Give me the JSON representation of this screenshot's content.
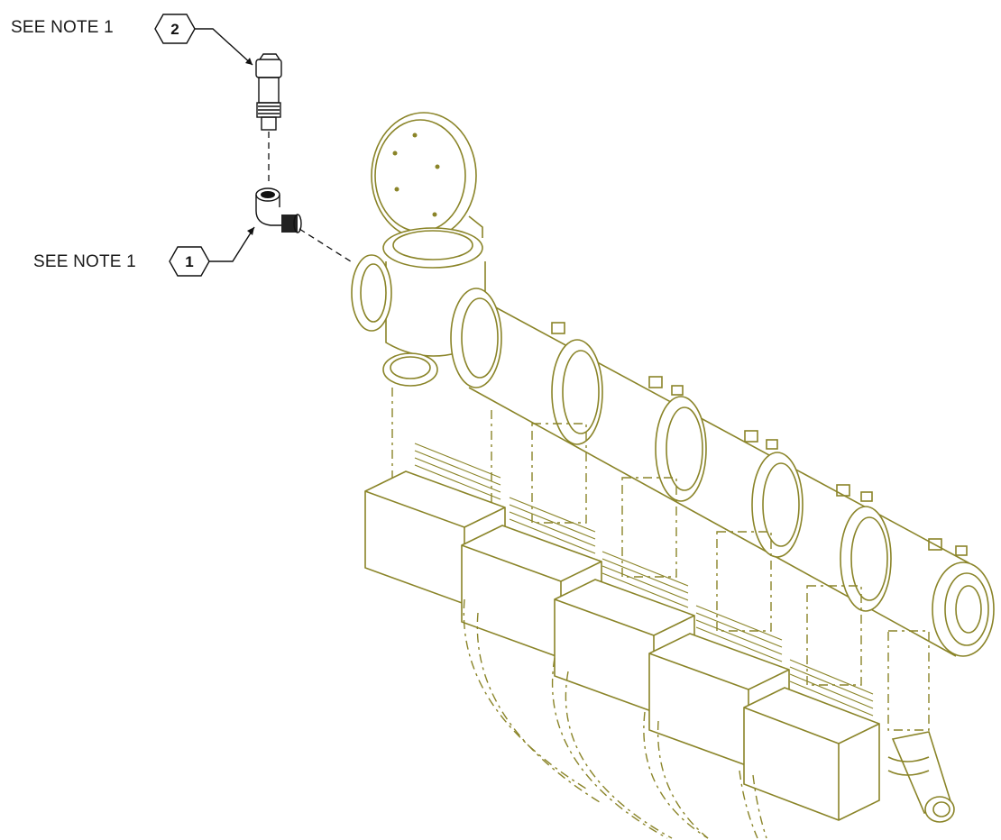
{
  "callouts": [
    {
      "note_label": "SEE NOTE 1",
      "item_number": "2"
    },
    {
      "note_label": "SEE NOTE 1",
      "item_number": "1"
    }
  ],
  "colors": {
    "assembly_line": "#8a8428",
    "callout_line": "#111111",
    "background": "#ffffff"
  },
  "parts": [
    {
      "name": "pressure-transducer"
    },
    {
      "name": "elbow-fitting"
    },
    {
      "name": "manifold-assembly"
    }
  ]
}
